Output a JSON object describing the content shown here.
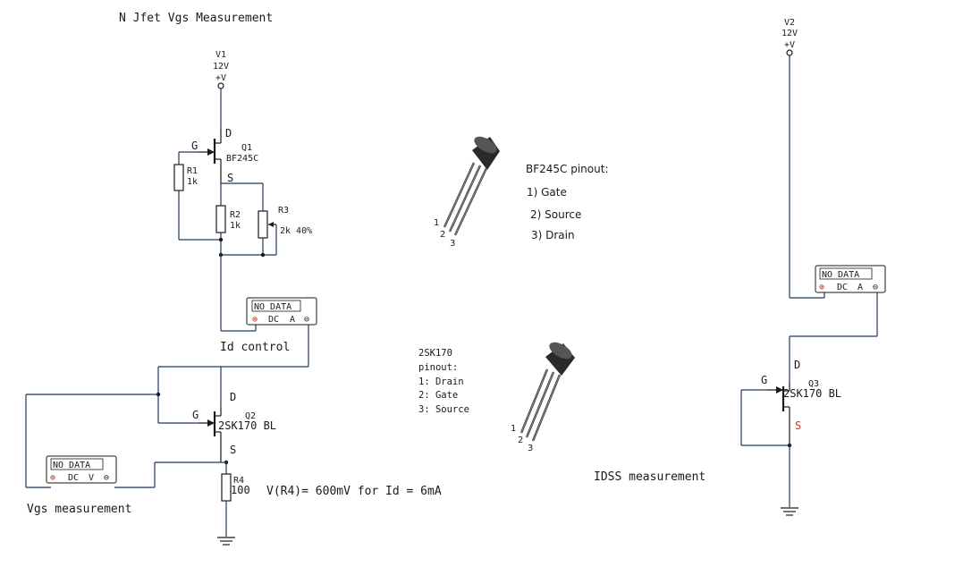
{
  "title": "N Jfet Vgs Measurement",
  "supplies": {
    "v1": {
      "name": "V1",
      "value": "12V",
      "terminal": "+V"
    },
    "v2": {
      "name": "V2",
      "value": "12V",
      "terminal": "+V"
    }
  },
  "q1": {
    "name": "Q1",
    "part": "BF245C",
    "pin_d": "D",
    "pin_g": "G",
    "pin_s": "S"
  },
  "q2": {
    "name": "Q2",
    "part": "2SK170 BL",
    "pin_d": "D",
    "pin_g": "G",
    "pin_s": "S"
  },
  "q3": {
    "name": "Q3",
    "part": "2SK170 BL",
    "pin_d": "D",
    "pin_g": "G",
    "pin_s": "S"
  },
  "resistors": {
    "r1": {
      "name": "R1",
      "value": "1k"
    },
    "r2": {
      "name": "R2",
      "value": "1k"
    },
    "r3": {
      "name": "R3",
      "value": "2k 40%"
    },
    "r4": {
      "name": "R4",
      "value": "100"
    }
  },
  "meters": {
    "id": {
      "display": "NO DATA",
      "plus": "⊕",
      "mode": "DC",
      "unit": "A",
      "minus": "⊖"
    },
    "vgs": {
      "display": "NO DATA",
      "plus": "⊕",
      "mode": "DC",
      "unit": "V",
      "minus": "⊖"
    },
    "idss": {
      "display": "NO DATA",
      "plus": "⊕",
      "mode": "DC",
      "unit": "A",
      "minus": "⊖"
    }
  },
  "labels": {
    "id_control": "Id control",
    "vgs_measurement": "Vgs measurement",
    "idss_measurement": "IDSS measurement",
    "vr4_note": "V(R4)= 600mV for Id = 6mA"
  },
  "bf245c_pinout": {
    "title": "BF245C pinout:",
    "pins": [
      "1) Gate",
      "2) Source",
      "3) Drain"
    ],
    "package_pins": [
      "1",
      "2",
      "3"
    ]
  },
  "k170_pinout": {
    "title": "2SK170",
    "subtitle": "pinout:",
    "pins": [
      "1: Drain",
      "2: Gate",
      "3: Source"
    ],
    "package_pins": [
      "1",
      "2",
      "3"
    ]
  },
  "colors": {
    "wire": "#1f3a5f",
    "component": "#1a1a1a",
    "source_pin_q3": "#c0392b"
  }
}
